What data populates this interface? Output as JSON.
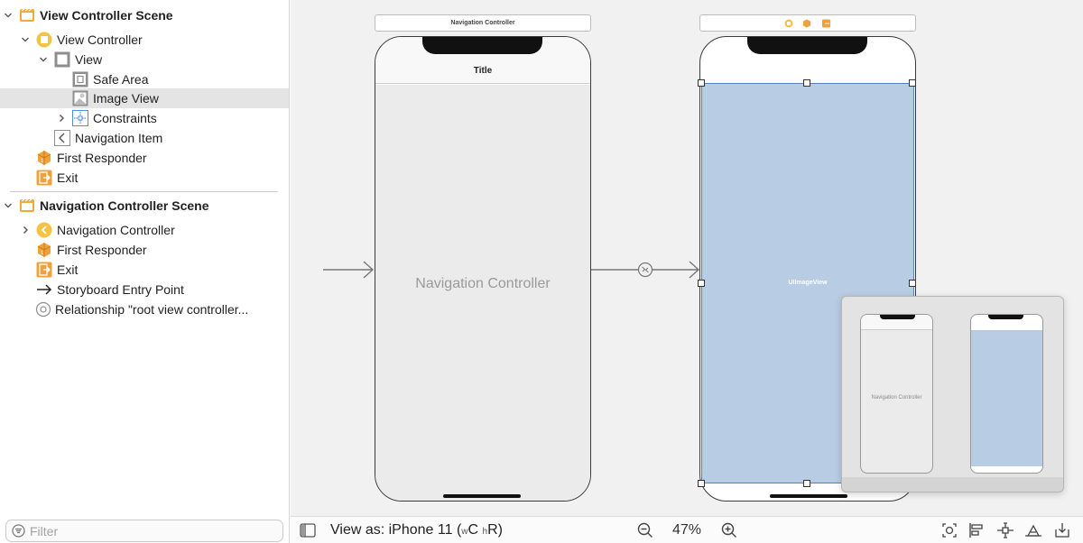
{
  "outline": {
    "items": [
      {
        "label": "View Controller Scene",
        "icon": "scene-icon",
        "disclosure": "expanded"
      },
      {
        "label": "View Controller",
        "icon": "view-controller-icon",
        "disclosure": "expanded"
      },
      {
        "label": "View",
        "icon": "view-icon",
        "disclosure": "expanded"
      },
      {
        "label": "Safe Area",
        "icon": "safe-area-icon"
      },
      {
        "label": "Image View",
        "icon": "image-view-icon",
        "selected": true
      },
      {
        "label": "Constraints",
        "icon": "constraints-icon",
        "disclosure": "collapsed"
      },
      {
        "label": "Navigation Item",
        "icon": "navigation-item-icon"
      },
      {
        "label": "First Responder",
        "icon": "first-responder-icon"
      },
      {
        "label": "Exit",
        "icon": "exit-icon"
      },
      {
        "label": "Navigation Controller Scene",
        "icon": "scene-icon",
        "disclosure": "expanded"
      },
      {
        "label": "Navigation Controller",
        "icon": "navigation-controller-icon",
        "disclosure": "collapsed"
      },
      {
        "label": "First Responder",
        "icon": "first-responder-icon"
      },
      {
        "label": "Exit",
        "icon": "exit-icon"
      },
      {
        "label": "Storyboard Entry Point",
        "icon": "arrow-right-icon"
      },
      {
        "label": "Relationship \"root view controller...",
        "icon": "relationship-icon"
      }
    ],
    "filter_placeholder": "Filter"
  },
  "canvas": {
    "nav_scene_bar": "Navigation Controller",
    "nav_title": "Title",
    "nav_body": "Navigation Controller",
    "image_view_label": "UIImageView"
  },
  "toolbar": {
    "view_as_prefix": "View as: iPhone 11 (",
    "size_w": "w",
    "size_w_class": "C",
    "size_h": "h",
    "size_h_class": "R",
    "view_as_suffix": ")",
    "zoom": "47%"
  },
  "minimap": {
    "nav_label": "Navigation Controller"
  },
  "colors": {
    "selection": "#e4e4e4",
    "image_view_fill": "#b8cce4",
    "image_view_border": "#5a7fb8",
    "scene_icon": "#f2a93b",
    "canvas": "#f1f1f1"
  }
}
